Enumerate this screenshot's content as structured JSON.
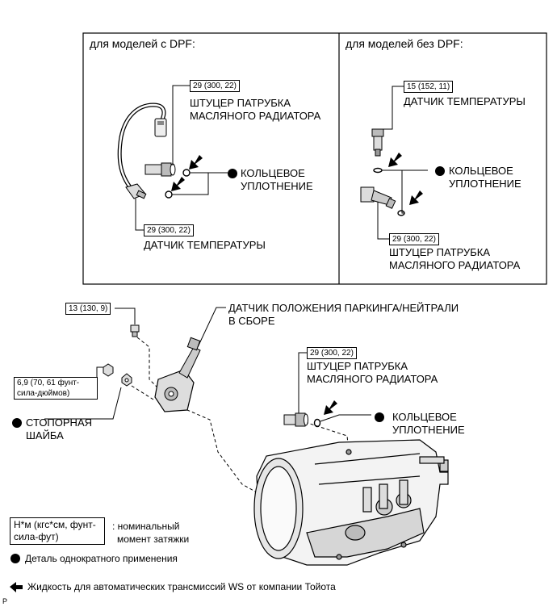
{
  "panel_left": {
    "heading": "для моделей с DPF:",
    "torque_fitting": "29 (300, 22)",
    "fitting_label": [
      "ШТУЦЕР ПАТРУБКА",
      "МАСЛЯНОГО РАДИАТОРА"
    ],
    "oring_label": [
      "КОЛЬЦЕВОЕ",
      "УПЛОТНЕНИЕ"
    ],
    "torque_sensor": "29 (300, 22)",
    "sensor_label": "ДАТЧИК ТЕМПЕРАТУРЫ"
  },
  "panel_right": {
    "heading": "для моделей без DPF:",
    "torque_sensor": "15 (152, 11)",
    "sensor_label": "ДАТЧИК ТЕМПЕРАТУРЫ",
    "oring_label": [
      "КОЛЬЦЕВОЕ",
      "УПЛОТНЕНИЕ"
    ],
    "torque_fitting": "29 (300, 22)",
    "fitting_label": [
      "ШТУЦЕР ПАТРУБКА",
      "МАСЛЯНОГО РАДИАТОРА"
    ]
  },
  "main": {
    "torque_bolt": "13 (130, 9)",
    "switch_label": [
      "ДАТЧИК ПОЛОЖЕНИЯ ПАРКИНГА/НЕЙТРАЛИ",
      "В СБОРЕ"
    ],
    "torque_nut": [
      "6,9 (70, 61 фунт-",
      "сила-дюймов)"
    ],
    "lock_washer_label": [
      "СТОПОРНАЯ",
      "ШАЙБА"
    ],
    "torque_fitting": "29 (300, 22)",
    "fitting_label": [
      "ШТУЦЕР ПАТРУБКА",
      "МАСЛЯНОГО РАДИАТОРА"
    ],
    "oring_label": [
      "КОЛЬЦЕВОЕ",
      "УПЛОТНЕНИЕ"
    ]
  },
  "legend": {
    "torque_unit": [
      "Н*м (кгс*см, фунт-",
      "сила-фут)"
    ],
    "torque_desc": [
      ": номинальный",
      "момент затяжки"
    ],
    "single_use": "Деталь однократного применения",
    "fluid": "Жидкость для автоматических трансмиссий WS от компании Тойота"
  },
  "corner_mark": "P"
}
